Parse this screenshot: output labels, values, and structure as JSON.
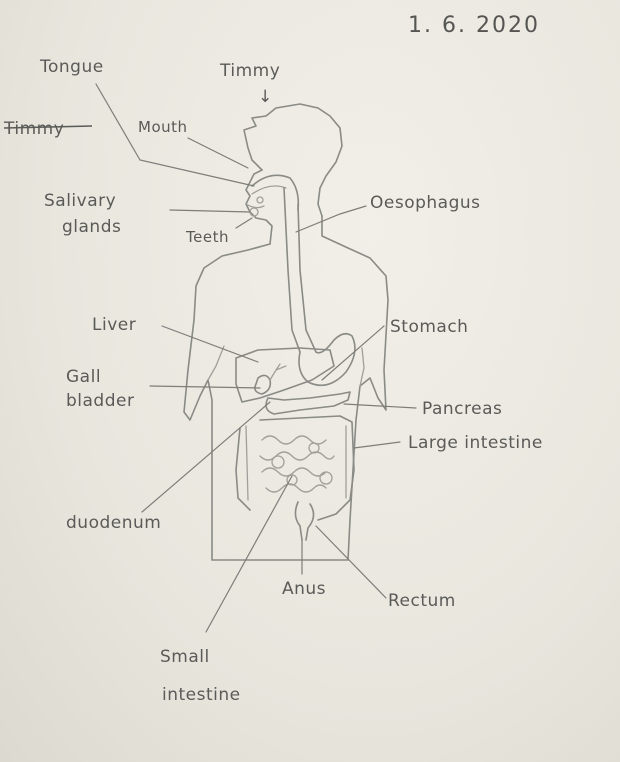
{
  "date": "1. 6. 2020",
  "labels": {
    "tongue": "Tongue",
    "timmy_top": "Timmy",
    "timmy_crossed": "Timmy",
    "mouth": "Mouth",
    "salivary_1": "Salivary",
    "salivary_2": "glands",
    "teeth": "Teeth",
    "oesophagus": "Oesophagus",
    "liver": "Liver",
    "stomach": "Stomach",
    "gall_1": "Gall",
    "gall_2": "bladder",
    "pancreas": "Pancreas",
    "large_intestine": "Large intestine",
    "duodenum": "duodenum",
    "anus": "Anus",
    "rectum": "Rectum",
    "small_1": "Small",
    "small_2": "intestine"
  },
  "arrow_glyph": "↓"
}
